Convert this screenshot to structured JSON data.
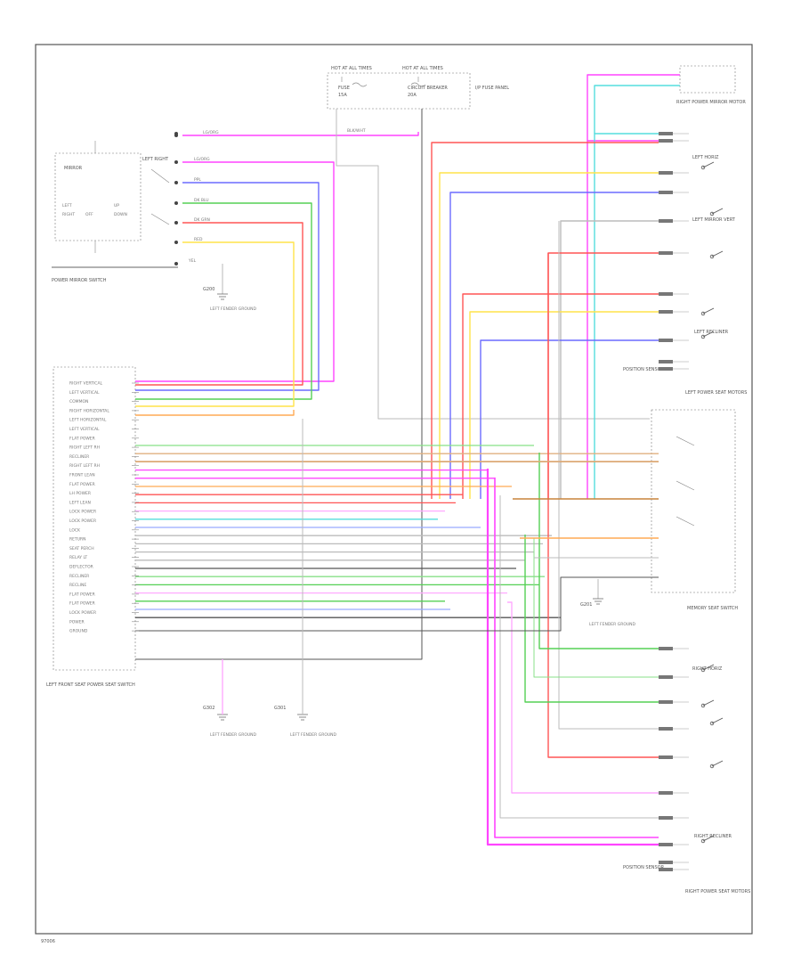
{
  "fuse_block": {
    "hot_at_all_times_1": "HOT AT ALL TIMES",
    "hot_at_all_times_2": "HOT AT ALL TIMES",
    "fuse_label": "FUSE",
    "fuse_rating": "15A",
    "circuit_breaker_label": "CIRCUIT BREAKER",
    "circuit_breaker_rating": "20A",
    "box_title": "I/P FUSE PANEL"
  },
  "mirror_switch": {
    "title": "POWER MIRROR SWITCH",
    "select_label": "LEFT RIGHT",
    "mirror_caption": "MIRROR",
    "rows": [
      "UP",
      "DOWN",
      "LEFT",
      "RIGHT",
      "OFF"
    ]
  },
  "power_seat_switch": {
    "title": "LEFT POWER SEAT SWITCH",
    "pin_labels": [
      "RIGHT VERTICAL",
      "LEFT VERTICAL",
      "COMMON",
      "RIGHT HORIZONTAL",
      "LEFT HORIZONTAL",
      "LEFT VERTICAL",
      "FLAT POWER",
      "RIGHT LEFT RH",
      "RECLINER",
      "RIGHT LEFT RH",
      "FRONT LEAN",
      "FLAT POWER",
      "LH POWER",
      "LEFT LEAN",
      "LOCK POWER",
      "LOCK POWER",
      "LOCK",
      "RETURN",
      "SEAT PERCH",
      "RELAY LT",
      "DEFLECTOR",
      "RECLINER",
      "RECLINE",
      "FLAT POWER",
      "FLAT POWER",
      "LOCK POWER",
      "POWER",
      "GROUND"
    ],
    "assembly_caption": "LEFT FRONT SEAT POWER SEAT SWITCH"
  },
  "grounds": {
    "g1": "G200",
    "g2": "G201",
    "g3": "G302",
    "g4": "G301",
    "ground_caption": "LEFT FENDER GROUND"
  },
  "motors": {
    "mirror_motor": "RIGHT POWER MIRROR MOTOR",
    "left_horizontal": "LEFT HORIZ",
    "left_mirror_vert": "LEFT MIRROR VERT",
    "left_recliner": "LEFT RECLINER",
    "right_horizontal": "RIGHT HORIZ",
    "right_recliner": "RIGHT RECLINER",
    "memory_module": "MEMORY SEAT SWITCH",
    "left_seat_motors": "LEFT POWER SEAT MOTORS",
    "right_seat_motors": "RIGHT POWER SEAT MOTORS",
    "position_sensor_1": "POSITION SENSOR",
    "position_sensor_2": "POSITION SENSOR"
  },
  "harness_wires": [
    {
      "label": "LG/ORG",
      "color": "#ff66ff"
    },
    {
      "label": "LG/ORG",
      "color": "#ff66ff"
    },
    {
      "label": "PPL",
      "color": "#ff33ff"
    },
    {
      "label": "DK BLU",
      "color": "#6666ff"
    },
    {
      "label": "DK GRN",
      "color": "#44cc44"
    },
    {
      "label": "RED",
      "color": "#ff4444"
    },
    {
      "label": "YEL",
      "color": "#ffdd33"
    },
    {
      "label": "BLK/WHT",
      "color": "#333333"
    }
  ],
  "footer_code": "97006"
}
